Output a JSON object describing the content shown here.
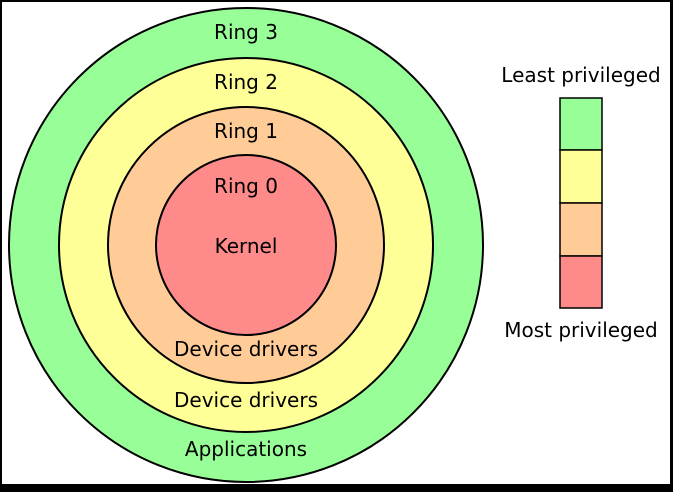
{
  "rings": {
    "ring3": {
      "label": "Ring 3",
      "content": "Applications",
      "color": "#98FF98"
    },
    "ring2": {
      "label": "Ring 2",
      "content": "Device drivers",
      "color": "#FFFF98"
    },
    "ring1": {
      "label": "Ring 1",
      "content": "Device drivers",
      "color": "#FFCC98"
    },
    "ring0": {
      "label": "Ring 0",
      "content": "Kernel",
      "color": "#FF8A8A"
    }
  },
  "legend": {
    "top_label": "Least privileged",
    "bottom_label": "Most privileged",
    "swatches": [
      "#98FF98",
      "#FFFF98",
      "#FFCC98",
      "#FF8A8A"
    ]
  },
  "colors": {
    "background": "#FFFFFF",
    "frame": "#000000",
    "outline": "#000000"
  }
}
